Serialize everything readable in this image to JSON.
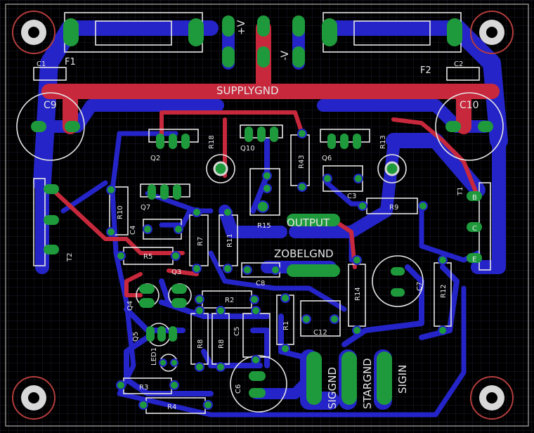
{
  "colors": {
    "background": "#000000",
    "grid": "#1c1c2e",
    "bottom_copper": "#2424c8",
    "top_copper": "#c8283c",
    "pad": "#1e9a3c",
    "silkscreen": "#e6e6e6",
    "mount_hole": "#b43c3c"
  },
  "labels": {
    "supplygnd": "SUPPLYGND",
    "output": "OUTPUT",
    "zobelgnd": "ZOBELGND",
    "siggnd": "SIGGND",
    "stargnd": "STARGND",
    "sigin": "SIGIN",
    "plus_v": "+V",
    "minus_v": "-V"
  },
  "components": {
    "F1": "F1",
    "F2": "F2",
    "C1": "C1",
    "C2": "C2",
    "C9": "C9",
    "C10": "C10",
    "T1": "T1",
    "T2": "T2",
    "Q2": "Q2",
    "Q6": "Q6",
    "Q7": "Q7",
    "Q10": "Q10",
    "Q3": "Q3",
    "Q4": "Q4",
    "Q5": "Q5",
    "R18": "R18",
    "R13": "R13",
    "R43": "R43",
    "R15": "R15",
    "C3": "C3",
    "R9": "R9",
    "R10": "R10",
    "C4": "C4",
    "R5": "R5",
    "R7": "R7",
    "R11": "R11",
    "C8": "C8",
    "R14": "R14",
    "C7": "C7",
    "R12": "R12",
    "R2": "R2",
    "R1": "R1",
    "C12": "C12",
    "R8a": "R8",
    "R8b": "R8",
    "C5": "C5",
    "LED1": "LED1",
    "R3": "R3",
    "R4": "R4",
    "C6": "C6",
    "pin_b": "B",
    "pin_c": "C",
    "pin_e": "E"
  }
}
